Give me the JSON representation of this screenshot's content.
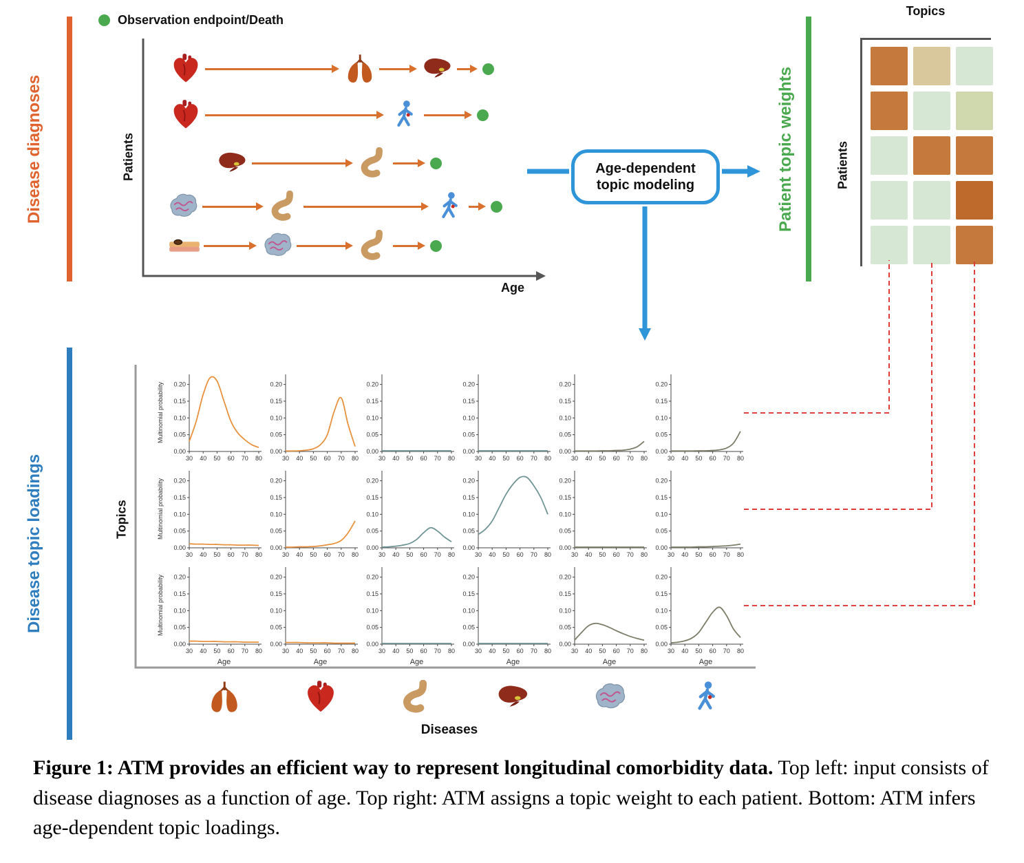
{
  "colors": {
    "orange": "#E0622E",
    "green": "#4AA94E",
    "blue": "#2E95D8",
    "blue_bar": "#2D7DBF",
    "dashed_red": "#E23B3B",
    "axis_dark": "#555555",
    "axis_gray": "#9A9A9A",
    "arrow_orange": "#D9702E",
    "heatmap": {
      "o": "#C5793D",
      "od": "#BD6A2C",
      "k": "#D9C89B",
      "g": "#D6E8D4",
      "gk": "#CFD9AD"
    }
  },
  "legend": {
    "label": "Observation endpoint/Death"
  },
  "top_left": {
    "side_label": "Disease diagnoses",
    "ylabel": "Patients",
    "xlabel": "Age",
    "rows": [
      {
        "icons": [
          "heart",
          "lungs",
          "liver"
        ]
      },
      {
        "icons": [
          "heart",
          "person"
        ]
      },
      {
        "icons": [
          "liver",
          "stomach"
        ]
      },
      {
        "icons": [
          "brain",
          "stomach",
          "person"
        ]
      },
      {
        "icons": [
          "skin",
          "brain",
          "stomach"
        ]
      }
    ]
  },
  "atm_box": {
    "label": "Age-dependent topic modeling"
  },
  "top_right": {
    "side_label": "Patient topic weights",
    "top_label": "Topics",
    "left_label": "Patients",
    "grid": [
      [
        "o",
        "k",
        "g"
      ],
      [
        "o",
        "g",
        "gk"
      ],
      [
        "g",
        "o",
        "o"
      ],
      [
        "g",
        "g",
        "od"
      ],
      [
        "g",
        "g",
        "o"
      ]
    ]
  },
  "bottom": {
    "side_label": "Disease topic loadings",
    "left_label": "Topics",
    "bottom_label": "Diseases",
    "disease_icons": [
      "lungs",
      "heart",
      "stomach",
      "liver",
      "brain",
      "person"
    ]
  },
  "chart_data": {
    "type": "line",
    "layout": "3 rows (topics) x 6 columns (diseases) of age-dependent loading curves",
    "x": [
      30,
      35,
      40,
      45,
      50,
      55,
      60,
      65,
      70,
      75,
      80
    ],
    "xticks": [
      30,
      40,
      50,
      60,
      70,
      80
    ],
    "yticks": [
      0.0,
      0.05,
      0.1,
      0.15,
      0.2
    ],
    "xlim": [
      30,
      80
    ],
    "ylim": [
      0,
      0.23
    ],
    "xlabel": "Age",
    "ylabel": "Multinomial probability",
    "subplots": [
      {
        "row": 0,
        "col": 0,
        "disease": "lungs",
        "color": "#E8913F",
        "y": [
          0.03,
          0.09,
          0.17,
          0.22,
          0.21,
          0.15,
          0.09,
          0.055,
          0.035,
          0.02,
          0.012
        ]
      },
      {
        "row": 0,
        "col": 1,
        "disease": "heart",
        "color": "#E8913F",
        "y": [
          0.001,
          0.001,
          0.002,
          0.004,
          0.008,
          0.02,
          0.05,
          0.12,
          0.16,
          0.08,
          0.015
        ]
      },
      {
        "row": 0,
        "col": 2,
        "disease": "stomach",
        "color": "#6F9595",
        "y": [
          0.002,
          0.002,
          0.002,
          0.002,
          0.002,
          0.002,
          0.002,
          0.002,
          0.002,
          0.002,
          0.002
        ]
      },
      {
        "row": 0,
        "col": 3,
        "disease": "liver",
        "color": "#6F9595",
        "y": [
          0.002,
          0.002,
          0.002,
          0.002,
          0.002,
          0.002,
          0.002,
          0.002,
          0.002,
          0.002,
          0.002
        ]
      },
      {
        "row": 0,
        "col": 4,
        "disease": "brain",
        "color": "#7D7D68",
        "y": [
          0.001,
          0.001,
          0.001,
          0.001,
          0.002,
          0.002,
          0.003,
          0.004,
          0.007,
          0.014,
          0.03
        ]
      },
      {
        "row": 0,
        "col": 5,
        "disease": "person",
        "color": "#7D7D68",
        "y": [
          0.001,
          0.001,
          0.001,
          0.001,
          0.002,
          0.002,
          0.003,
          0.005,
          0.01,
          0.025,
          0.06
        ]
      },
      {
        "row": 1,
        "col": 0,
        "disease": "lungs",
        "color": "#E8913F",
        "y": [
          0.012,
          0.011,
          0.011,
          0.01,
          0.01,
          0.009,
          0.009,
          0.008,
          0.008,
          0.008,
          0.007
        ]
      },
      {
        "row": 1,
        "col": 1,
        "disease": "heart",
        "color": "#E8913F",
        "y": [
          0.002,
          0.002,
          0.003,
          0.003,
          0.004,
          0.006,
          0.009,
          0.013,
          0.022,
          0.045,
          0.08
        ]
      },
      {
        "row": 1,
        "col": 2,
        "disease": "stomach",
        "color": "#6F9595",
        "y": [
          0.002,
          0.003,
          0.005,
          0.008,
          0.013,
          0.025,
          0.045,
          0.06,
          0.05,
          0.032,
          0.018
        ]
      },
      {
        "row": 1,
        "col": 3,
        "disease": "liver",
        "color": "#6F9595",
        "y": [
          0.04,
          0.055,
          0.08,
          0.12,
          0.16,
          0.19,
          0.21,
          0.21,
          0.185,
          0.15,
          0.1
        ]
      },
      {
        "row": 1,
        "col": 4,
        "disease": "brain",
        "color": "#7D7D68",
        "y": [
          0.002,
          0.002,
          0.002,
          0.002,
          0.002,
          0.002,
          0.002,
          0.002,
          0.002,
          0.002,
          0.002
        ]
      },
      {
        "row": 1,
        "col": 5,
        "disease": "person",
        "color": "#7D7D68",
        "y": [
          0.002,
          0.002,
          0.002,
          0.002,
          0.003,
          0.003,
          0.004,
          0.005,
          0.006,
          0.008,
          0.011
        ]
      },
      {
        "row": 2,
        "col": 0,
        "disease": "lungs",
        "color": "#E8913F",
        "y": [
          0.009,
          0.009,
          0.008,
          0.008,
          0.008,
          0.007,
          0.007,
          0.007,
          0.006,
          0.006,
          0.006
        ]
      },
      {
        "row": 2,
        "col": 1,
        "disease": "heart",
        "color": "#E8913F",
        "y": [
          0.005,
          0.005,
          0.005,
          0.004,
          0.004,
          0.004,
          0.004,
          0.003,
          0.003,
          0.003,
          0.003
        ]
      },
      {
        "row": 2,
        "col": 2,
        "disease": "stomach",
        "color": "#6F9595",
        "y": [
          0.002,
          0.002,
          0.002,
          0.002,
          0.002,
          0.002,
          0.002,
          0.002,
          0.002,
          0.002,
          0.002
        ]
      },
      {
        "row": 2,
        "col": 3,
        "disease": "liver",
        "color": "#6F9595",
        "y": [
          0.002,
          0.002,
          0.002,
          0.002,
          0.002,
          0.002,
          0.002,
          0.002,
          0.002,
          0.002,
          0.002
        ]
      },
      {
        "row": 2,
        "col": 4,
        "disease": "brain",
        "color": "#7D7D68",
        "y": [
          0.012,
          0.035,
          0.055,
          0.062,
          0.058,
          0.05,
          0.04,
          0.031,
          0.023,
          0.017,
          0.012
        ]
      },
      {
        "row": 2,
        "col": 5,
        "disease": "person",
        "color": "#7D7D68",
        "y": [
          0.004,
          0.006,
          0.01,
          0.018,
          0.035,
          0.065,
          0.095,
          0.11,
          0.085,
          0.045,
          0.02
        ]
      }
    ]
  },
  "caption": {
    "bold": "Figure 1: ATM provides an efficient way to represent longitudinal comorbidity data.",
    "text": " Top left: input consists of disease diagnoses as a function of age. Top right: ATM assigns a topic weight to each patient. Bottom: ATM infers age-dependent topic loadings."
  }
}
